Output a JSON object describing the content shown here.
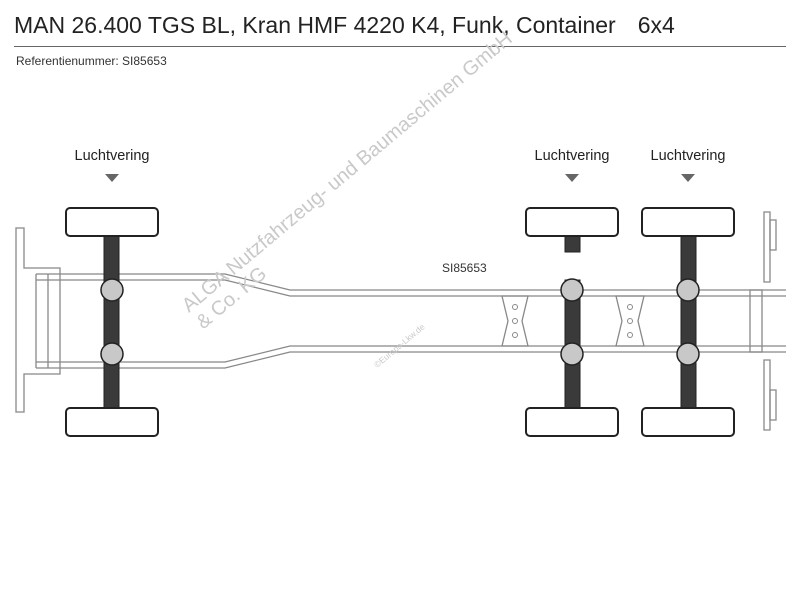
{
  "header": {
    "title": "MAN 26.400 TGS BL, Kran HMF 4220 K4, Funk, Container",
    "axle_config": "6x4",
    "reference": "Referentienummer: SI85653"
  },
  "axles": [
    {
      "suspension_label": "Luchtvering"
    },
    {
      "suspension_label": "Luchtvering"
    },
    {
      "suspension_label": "Luchtvering"
    }
  ],
  "diagram": {
    "chassis_ref": "SI85653",
    "frame_color": "#888888",
    "axle_color": "#3a3a3a"
  },
  "watermark": {
    "line1": "ALGA Nutzfahrzeug- und Baumaschinen GmbH",
    "line2": "& Co. KG",
    "site": "©Europa-Lkw.de"
  }
}
